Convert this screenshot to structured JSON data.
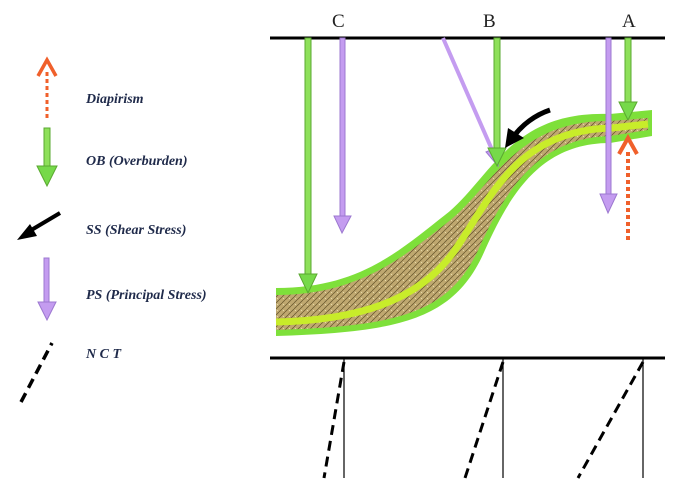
{
  "legend": {
    "items": [
      {
        "key": "diapirism",
        "label": "Diapirism",
        "icon": "dashed-up-arrow-icon",
        "color": "#f0602b"
      },
      {
        "key": "ob",
        "label": "OB (Overburden)",
        "icon": "down-arrow-icon",
        "color": "#76d94a"
      },
      {
        "key": "ss",
        "label": "SS (Shear Stress)",
        "icon": "diagonal-arrow-icon",
        "color": "#000000"
      },
      {
        "key": "ps",
        "label": "PS (Principal Stress)",
        "icon": "down-arrow-icon",
        "color": "#c49cf0"
      },
      {
        "key": "nct",
        "label": "N C T",
        "icon": "dashed-line-icon",
        "color": "#000000"
      }
    ]
  },
  "points": {
    "a": "A",
    "b": "B",
    "c": "C"
  },
  "colors": {
    "layer_outer": "#7ee03a",
    "layer_fill": "#b9a46c",
    "layer_mid": "#c8ec2a",
    "boundary": "#000000"
  }
}
